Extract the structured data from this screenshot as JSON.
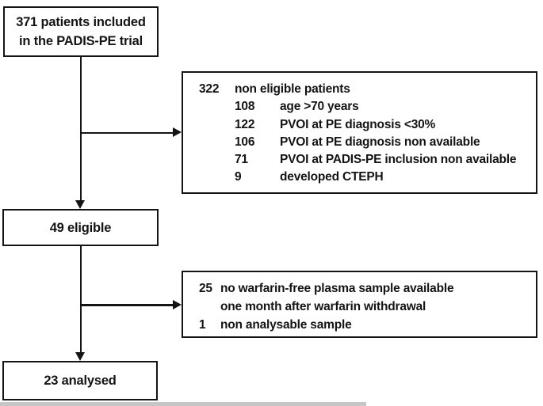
{
  "boxes": {
    "included": {
      "line1": "371 patients included",
      "line2": "in the PADIS-PE trial"
    },
    "non_eligible": {
      "count": "322",
      "label": "non eligible patients",
      "items": [
        {
          "count": "108",
          "label": "age >70 years"
        },
        {
          "count": "122",
          "label": "PVOI at PE diagnosis <30%"
        },
        {
          "count": "106",
          "label": "PVOI at PE diagnosis non available"
        },
        {
          "count": "71",
          "label": "PVOI at PADIS-PE inclusion non available"
        },
        {
          "count": "9",
          "label": "developed CTEPH"
        }
      ]
    },
    "eligible": {
      "label": "49 eligible"
    },
    "excluded_samples": {
      "items": [
        {
          "count": "25",
          "label": "no warfarin-free plasma sample available",
          "label2": "one month after warfarin withdrawal"
        },
        {
          "count": "1",
          "label": "non analysable sample"
        }
      ]
    },
    "analysed": {
      "label": "23 analysed"
    }
  },
  "colors": {
    "line": "#141414",
    "text": "#141414",
    "background": "#ffffff"
  }
}
